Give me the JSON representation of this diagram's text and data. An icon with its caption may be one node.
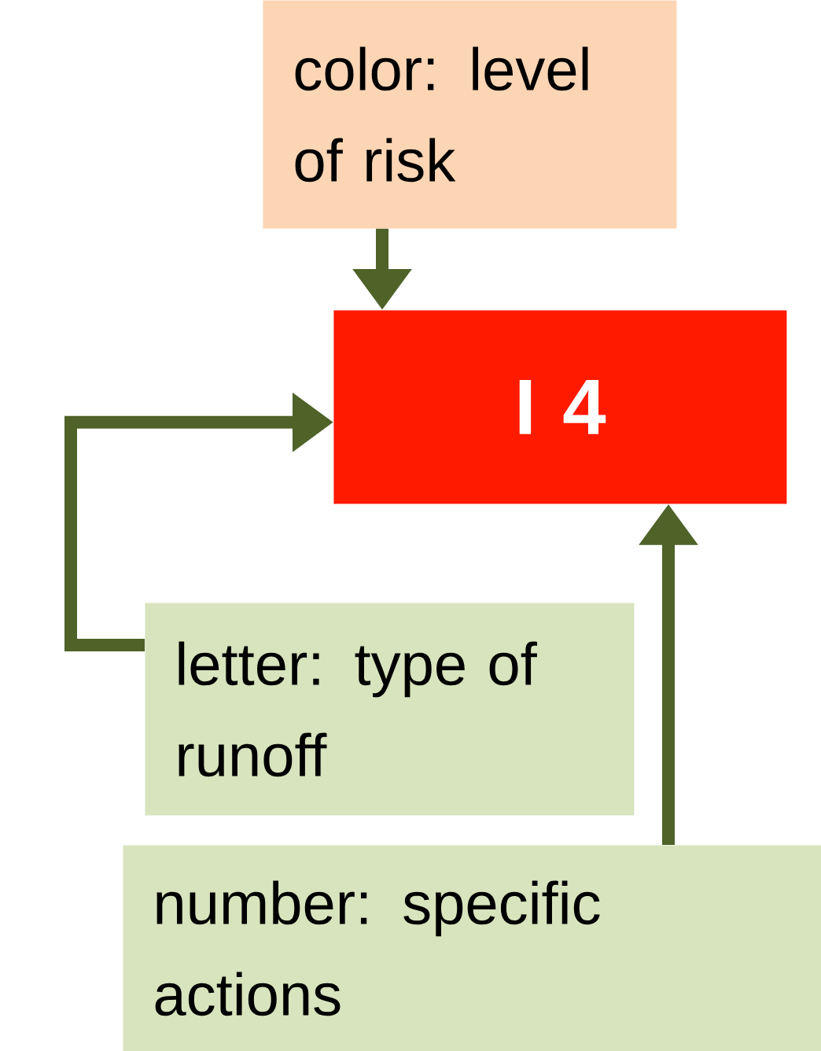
{
  "diagram": {
    "nodes": [
      {
        "text": [
          "color: level of risk"
        ]
      },
      {
        "text": [
          "I 4"
        ]
      },
      {
        "text": [
          "letter: type of runoff"
        ]
      },
      {
        "text": [
          "number: specific actions"
        ]
      }
    ],
    "edges": [
      {
        "from": 0,
        "to": 1,
        "arrow": "to"
      },
      {
        "from": 2,
        "to": 1,
        "arrow": "to"
      },
      {
        "from": 3,
        "to": 1,
        "arrow": "to"
      }
    ]
  }
}
